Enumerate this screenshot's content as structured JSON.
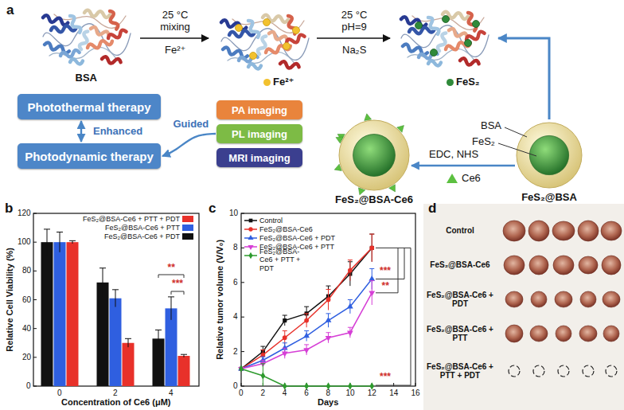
{
  "diagram": {
    "nodes": [
      {
        "text": [
          "FeS₂@BSA"
        ]
      },
      {
        "text": [
          "FeS₂@BSA-Ce6"
        ]
      },
      {
        "text": [
          "PA imaging"
        ]
      },
      {
        "text": [
          "PL imaging"
        ]
      },
      {
        "text": [
          "MRI imaging"
        ]
      },
      {
        "text": [
          "Photothermal therapy"
        ]
      },
      {
        "text": [
          "Photodynamic therapy"
        ]
      }
    ],
    "edges": [
      {
        "from": 0,
        "to": 1,
        "arrow": "to",
        "label": "EDC, NHS"
      },
      {
        "from": 3,
        "to": 6,
        "arrow": "to",
        "label": "Guided"
      },
      {
        "from": 5,
        "to": 6,
        "arrow": "both",
        "label": "Enhanced"
      }
    ],
    "labels": [
      "a",
      "BSA",
      "25 °C mixing",
      "Fe²⁺",
      "25 °C pH=9",
      "Na₂S",
      "BSA",
      "FeS₂",
      "Ce6",
      "b",
      "Relative Cell Viability (%)",
      "0",
      "20",
      "40",
      "60",
      "80",
      "100",
      "120",
      "0",
      "2",
      "4",
      "Concentration of Ce6 (μM)",
      "**",
      "***",
      "c",
      "Relative tumor volume (V/V₀)",
      "0",
      "2",
      "4",
      "6",
      "8",
      "10",
      "0",
      "2",
      "4",
      "6",
      "8",
      "10",
      "12",
      "14",
      "16",
      "Days",
      "***",
      "***",
      "**",
      "d",
      "Control",
      "FeS₂@BSA-Ce6",
      "FeS₂@BSA-Ce6 + PDT",
      "FeS₂@BSA-Ce6 + PTT",
      "FeS₂@BSA-Ce6 + PTT + PDT"
    ],
    "legend": [
      {
        "text": "Fe²⁺",
        "color": "#f2c12e"
      },
      {
        "text": "FeS₂",
        "color": "#2f8a3a"
      },
      {
        "text": "FeS₂@BSA-Ce6 + PTT + PDT",
        "color": "#e8312a"
      },
      {
        "text": "FeS₂@BSA-Ce6 + PTT",
        "color": "#2f5fe0"
      },
      {
        "text": "FeS₂@BSA-Ce6 + PDT",
        "color": "#111111"
      },
      {
        "text": "Control"
      },
      {
        "text": "FeS₂@BSA-Ce6"
      },
      {
        "text": "FeS₂@BSA-Ce6 + PDT"
      },
      {
        "text": "FeS₂@BSA-Ce6 + PTT"
      },
      {
        "text": "FeS₂@BSA-Ce6 + PTT + PDT"
      }
    ]
  }
}
